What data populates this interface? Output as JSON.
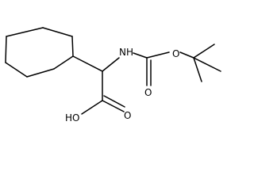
{
  "atoms": {
    "nh": "NH",
    "o_carbamate": "O",
    "o_ester": "O",
    "oh": "HO",
    "o_acid": "O"
  },
  "colors": {
    "ink": "#000000",
    "background": "#ffffff"
  }
}
